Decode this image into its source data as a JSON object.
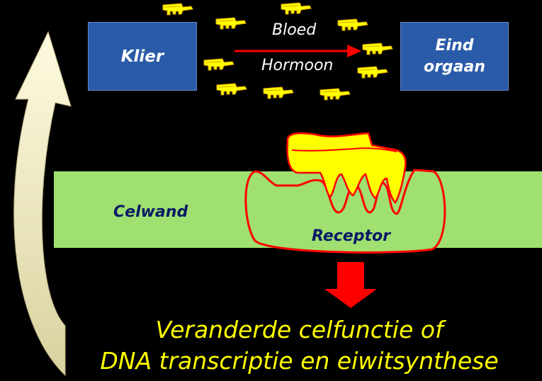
{
  "gland_label": "Klier",
  "end_organ": {
    "line1": "Eind",
    "line2": "orgaan"
  },
  "blood_label": "Bloed",
  "hormone_label": "Hormoon",
  "cell_wall_label": "Celwand",
  "receptor_label": "Receptor",
  "result": {
    "line1": "Veranderde celfunctie of",
    "line2": "DNA transcriptie en eiwitsynthese"
  },
  "colors": {
    "background": "#000000",
    "box": "#2a5ba8",
    "cell_wall": "#a0e070",
    "hormone": "#ffff00",
    "receptor_outline": "#ff0000",
    "arrow": "#ff0000",
    "feedback_arrow": "#f5f0c8",
    "label_dark": "#0a1a66",
    "result_text": "#ffff00"
  },
  "icons": {
    "hormone": "hormone-molecule-icon",
    "feedback": "feedback-arrow-icon"
  }
}
